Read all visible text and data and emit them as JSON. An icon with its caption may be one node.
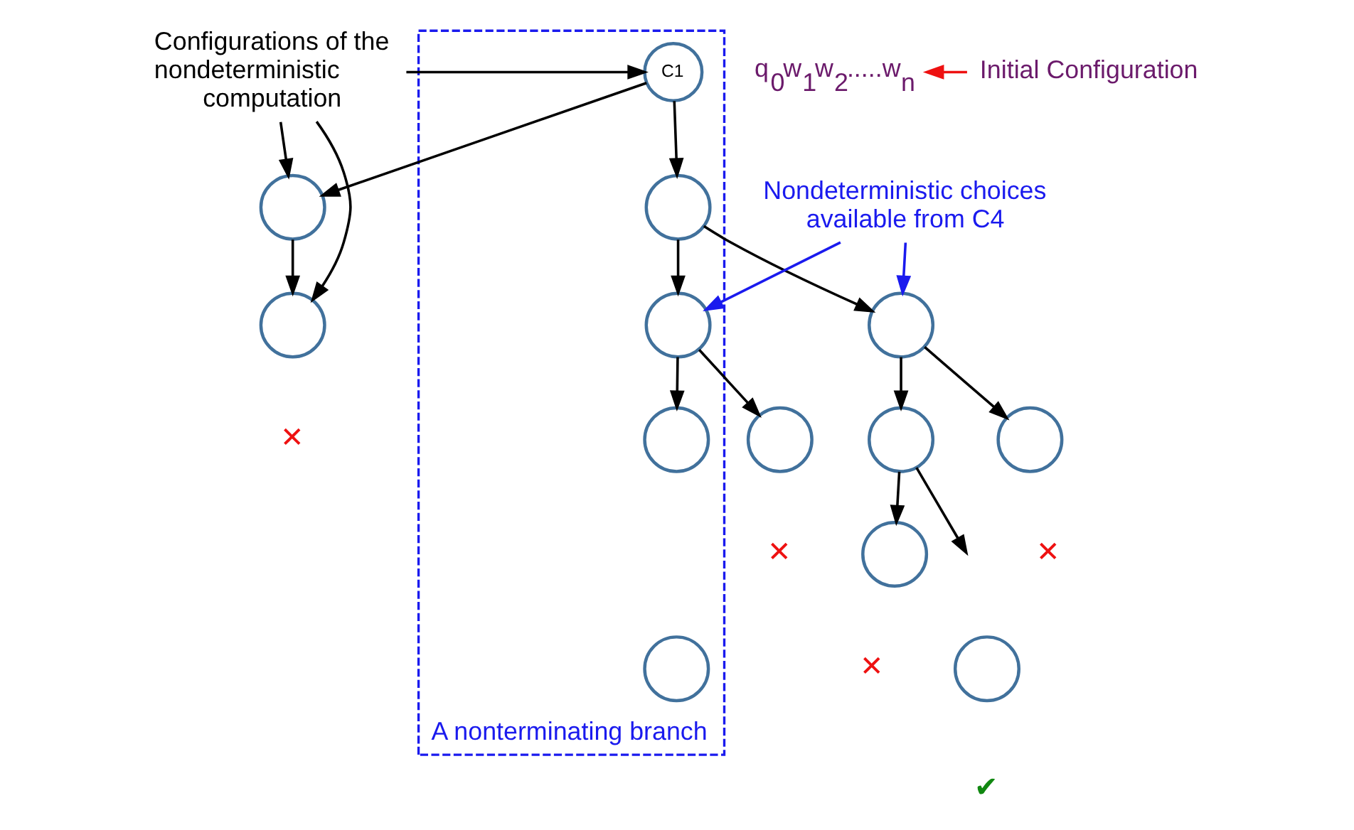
{
  "diagram": {
    "nodes": [
      {
        "text": [
          "Configurations of the nondeterministic computation"
        ]
      },
      {
        "text": [
          "A nonterminating branch"
        ]
      },
      {
        "text": [
          "C1"
        ],
        "in": 1
      },
      {
        "text": [
          "q$_{0}$w$_{1}$w$_{2}$.....w$_{n}$"
        ]
      },
      {
        "text": [
          "Initial Configuration"
        ]
      },
      {
        "text": [],
        "shape": "circle"
      },
      {
        "text": [],
        "shape": "circle",
        "in": 1
      },
      {
        "text": [
          "Nondeterministic choices available from C4"
        ]
      },
      {
        "text": [],
        "shape": "circle",
        "beside": [
          "✕"
        ]
      },
      {
        "text": [],
        "shape": "circle",
        "in": 1
      },
      {
        "text": [],
        "shape": "circle"
      },
      {
        "text": [],
        "shape": "circle",
        "in": 1
      },
      {
        "text": [],
        "shape": "circle",
        "beside": [
          "✕"
        ]
      },
      {
        "text": [],
        "shape": "circle"
      },
      {
        "text": [],
        "shape": "circle",
        "beside": [
          "✕"
        ]
      },
      {
        "text": [],
        "shape": "circle",
        "in": 1
      },
      {
        "text": [],
        "shape": "circle",
        "beside": [
          "✕"
        ]
      },
      {
        "text": [],
        "shape": "circle",
        "beside": [
          "✔"
        ]
      }
    ],
    "edges": [
      {
        "from": 0,
        "to": 2,
        "arrow": "to"
      },
      {
        "from": 0,
        "to": 5,
        "arrow": "to"
      },
      {
        "from": 0,
        "to": 8,
        "arrow": "to"
      },
      {
        "from": 4,
        "to": 3,
        "arrow": "to",
        "color": "#ee1111"
      },
      {
        "from": 2,
        "to": 5,
        "arrow": "to"
      },
      {
        "from": 2,
        "to": 6,
        "arrow": "to"
      },
      {
        "from": 5,
        "to": 8,
        "arrow": "to"
      },
      {
        "from": 6,
        "to": 9,
        "arrow": "to"
      },
      {
        "from": 6,
        "to": 10,
        "arrow": "to"
      },
      {
        "from": 7,
        "to": 9,
        "arrow": "to",
        "color": "#1a1aee"
      },
      {
        "from": 7,
        "to": 10,
        "arrow": "to",
        "color": "#1a1aee"
      },
      {
        "from": 9,
        "to": 11,
        "arrow": "to"
      },
      {
        "from": 9,
        "to": 12,
        "arrow": "to"
      },
      {
        "from": 10,
        "to": 13,
        "arrow": "to"
      },
      {
        "from": 10,
        "to": 14,
        "arrow": "to"
      },
      {
        "from": 13,
        "to": 16,
        "arrow": "to"
      },
      {
        "from": 13,
        "to": null,
        "arrow": "to"
      }
    ]
  }
}
